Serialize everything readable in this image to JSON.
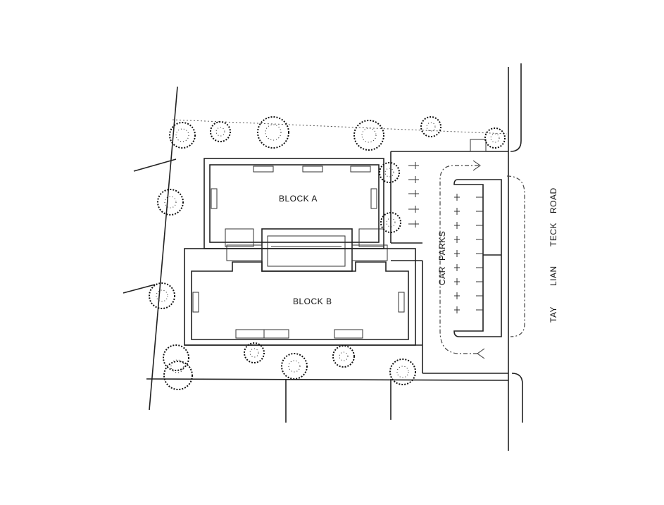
{
  "labels": {
    "block_a": "BLOCK A",
    "block_b": "BLOCK B",
    "car": "CAR",
    "parks": "PARKS",
    "road": [
      "TAY",
      "LIAN",
      "TECK",
      "ROAD"
    ]
  }
}
